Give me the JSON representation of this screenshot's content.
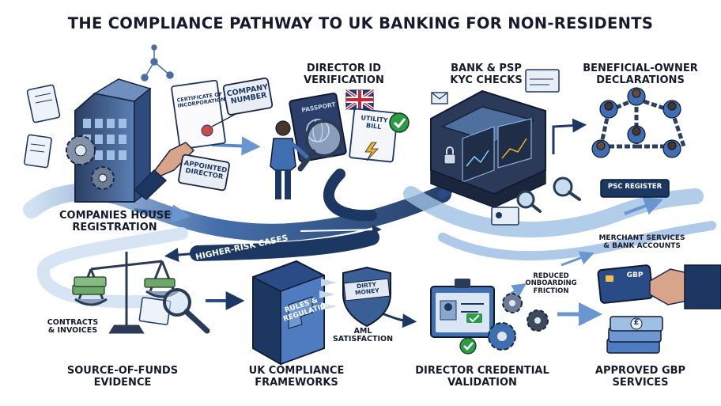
{
  "title": "THE COMPLIANCE PATHWAY TO UK BANKING FOR NON-RESIDENTS",
  "steps": {
    "companies_house": [
      "COMPANIES HOUSE",
      "REGISTRATION"
    ],
    "director_id": [
      "DIRECTOR ID",
      "VERIFICATION"
    ],
    "bank_kyc": [
      "BANK & PSP",
      "KYC CHECKS"
    ],
    "beneficial_owner": [
      "BENEFICIAL-OWNER",
      "DECLARATIONS"
    ],
    "source_of_funds": [
      "SOURCE-OF-FUNDS",
      "EVIDENCE"
    ],
    "uk_compliance": [
      "UK COMPLIANCE",
      "FRAMEWORKS"
    ],
    "director_credential": [
      "DIRECTOR CREDENTIAL",
      "VALIDATION"
    ],
    "approved_gbp": [
      "APPROVED GBP",
      "SERVICES"
    ]
  },
  "annotations": {
    "certificate": [
      "CERTIFICATE OF",
      "INCORPORATION"
    ],
    "company_number": [
      "COMPANY",
      "NUMBER"
    ],
    "appointed_director": [
      "APPOINTED",
      "DIRECTOR"
    ],
    "passport": "PASSPORT",
    "utility_bill": [
      "UTILITY",
      "BILL"
    ],
    "psc_register": "PSC REGISTER",
    "higher_risk": "HIGHER-RISK CASES",
    "contracts": [
      "CONTRACTS",
      "& INVOICES"
    ],
    "rules": [
      "RULES &",
      "REGULATIONS"
    ],
    "dirty_money": [
      "DIRTY",
      "MONEY"
    ],
    "aml": [
      "AML",
      "SATISFACTION"
    ],
    "reduced_friction": [
      "REDUCED",
      "ONBOARDING",
      "FRICTION"
    ],
    "merchant_services": [
      "MERCHANT SERVICES",
      "& BANK ACCOUNTS"
    ],
    "card_currency": "GBP",
    "banknote_symbol": "£"
  },
  "colors": {
    "ink": "#151b2b",
    "blue_dark": "#1d3763",
    "blue_mid": "#3f6fb0",
    "blue_light": "#9fc0e4",
    "check_green": "#2e9b46",
    "cash_green": "#6fa86d"
  }
}
